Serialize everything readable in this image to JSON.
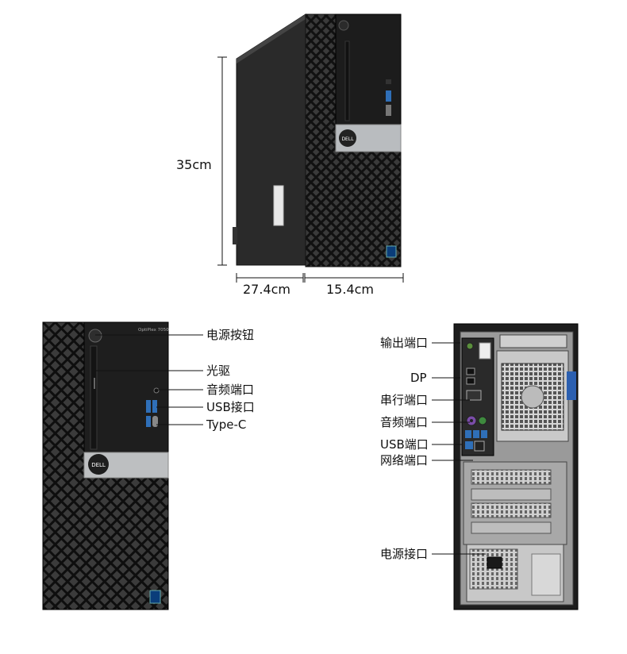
{
  "dimensions": {
    "height": "35cm",
    "depth": "27.4cm",
    "width": "15.4cm"
  },
  "front_labels": {
    "power_button": "电源按钮",
    "optical_drive": "光驱",
    "audio_port": "音频端口",
    "usb_port": "USB接口",
    "type_c": "Type-C"
  },
  "rear_labels": {
    "output_port": "输出端口",
    "dp": "DP",
    "serial_port": "串行端口",
    "audio_port": "音频端口",
    "usb_port": "USB端口",
    "network_port": "网络端口",
    "power_port": "电源接口"
  },
  "colors": {
    "chassis": "#1b1b1b",
    "mesh": "#2a2a2a",
    "silver": "#b9bcbf",
    "usb_blue": "#2f6fb8",
    "psu": "#c8c8c8"
  }
}
